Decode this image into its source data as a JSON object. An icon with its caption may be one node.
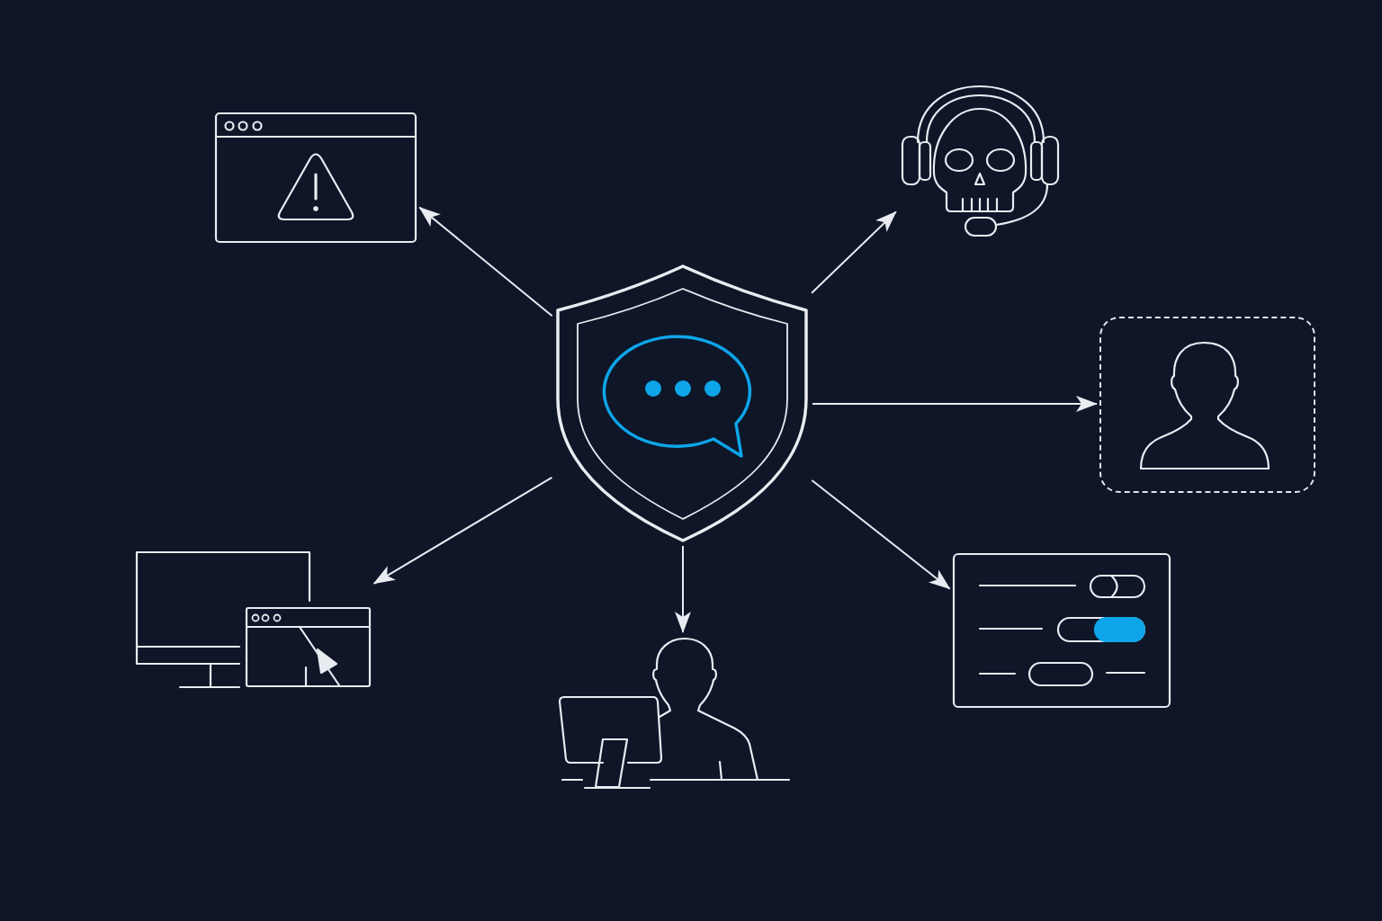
{
  "diagram": {
    "nodes": [
      {
        "text": [],
        "shape": "picture"
      },
      {
        "text": [],
        "shape": "picture"
      },
      {
        "text": [],
        "shape": "picture"
      },
      {
        "text": [],
        "shape": "box"
      },
      {
        "text": [],
        "shape": "person",
        "in": 3
      },
      {
        "text": [],
        "shape": "picture"
      },
      {
        "text": [],
        "shape": "picture"
      },
      {
        "text": [],
        "shape": "picture"
      }
    ],
    "edges": [
      {
        "from": 0,
        "to": 1,
        "arrow": "to"
      },
      {
        "from": 0,
        "to": 2,
        "arrow": "to"
      },
      {
        "from": 0,
        "to": 3,
        "arrow": "to"
      },
      {
        "from": 0,
        "to": 5,
        "arrow": "to"
      },
      {
        "from": 0,
        "to": 6,
        "arrow": "to"
      },
      {
        "from": 0,
        "to": 7,
        "arrow": "to"
      }
    ]
  }
}
